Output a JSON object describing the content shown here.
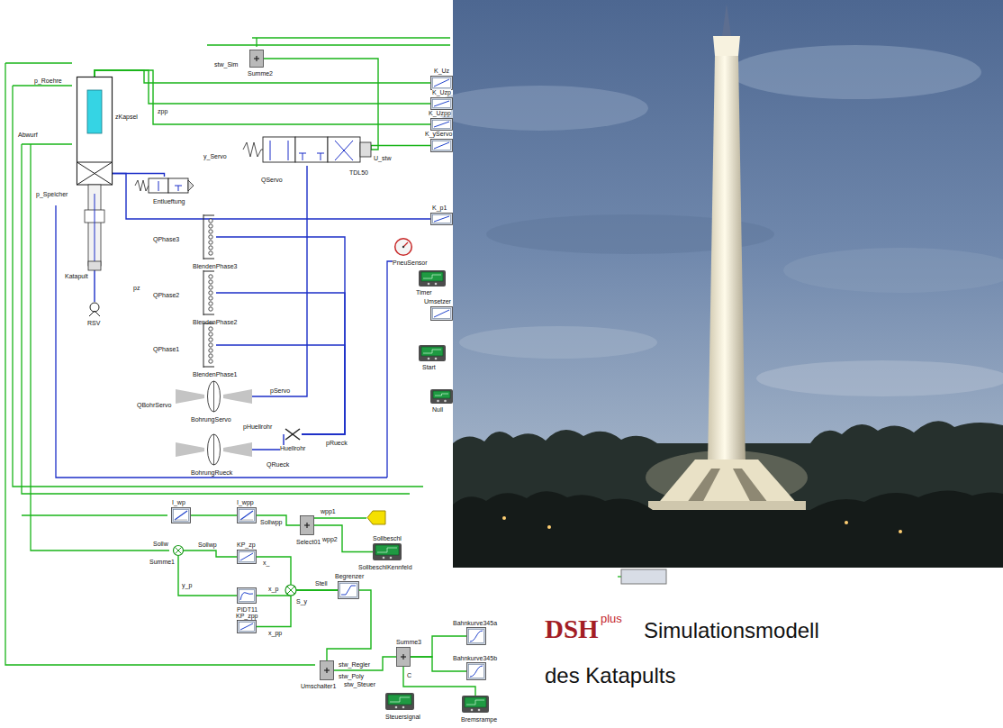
{
  "diagram": {
    "caption": "Simulationsmodell des Katapults",
    "nodes": [
      {
        "text": [
          "Katapult"
        ]
      },
      {
        "text": [
          "Summe2"
        ]
      },
      {
        "text": [
          "K_Uz"
        ]
      },
      {
        "text": [
          "K_Uzp"
        ]
      },
      {
        "text": [
          "K_Uzpp"
        ]
      },
      {
        "text": [
          "K_yServo"
        ]
      },
      {
        "text": [
          "TDL50"
        ]
      },
      {
        "text": [
          "Entlueftung"
        ]
      },
      {
        "text": [
          "K_p1"
        ]
      },
      {
        "text": [
          "BlendenPhase3"
        ]
      },
      {
        "text": [
          "BlendenPhase2"
        ]
      },
      {
        "text": [
          "BlendenPhase1"
        ]
      },
      {
        "text": [
          "BohrungServo"
        ]
      },
      {
        "text": [
          "Huellrohr"
        ]
      },
      {
        "text": [
          "BohrungRueck"
        ]
      },
      {
        "text": [
          "RSV"
        ]
      },
      {
        "text": [
          "PneuSensor"
        ]
      },
      {
        "text": [
          "Timer"
        ]
      },
      {
        "text": [
          "Umsetzer"
        ]
      },
      {
        "text": [
          "Start"
        ]
      },
      {
        "text": [
          "Null"
        ]
      },
      {
        "text": [
          "I_wp"
        ]
      },
      {
        "text": [
          "I_wpp"
        ]
      },
      {
        "text": [
          "Select01"
        ]
      },
      {
        "text": [
          "Sollbeschl",
          "SollbeschlKennfeld"
        ]
      },
      {
        "text": [
          "Summe1"
        ]
      },
      {
        "text": [
          "KP_zp"
        ]
      },
      {
        "text": [
          "PIDT11"
        ]
      },
      {
        "text": [
          "KP_zpp"
        ]
      },
      {
        "text": [
          "Begrenzer"
        ]
      },
      {
        "text": [
          "Umschalter1"
        ]
      },
      {
        "text": [
          "Summe3"
        ]
      },
      {
        "text": [
          "Steuersignal"
        ]
      },
      {
        "text": [
          "Bahnkurve345a"
        ]
      },
      {
        "text": [
          "Bahnkurve345b"
        ]
      },
      {
        "text": [
          "Bremsrampe"
        ]
      }
    ],
    "edges": [
      {
        "from": 21,
        "to": 22,
        "arrow": "none"
      },
      {
        "from": 22,
        "to": 23,
        "arrow": "none"
      },
      {
        "from": 24,
        "to": 23,
        "arrow": "none"
      },
      {
        "from": 25,
        "to": 26,
        "arrow": "none"
      },
      {
        "from": 25,
        "to": 27,
        "arrow": "none"
      },
      {
        "from": 26,
        "to": 29,
        "arrow": "none"
      },
      {
        "from": 27,
        "to": 29,
        "arrow": "none"
      },
      {
        "from": 28,
        "to": 29,
        "arrow": "none"
      },
      {
        "from": 29,
        "to": 30,
        "arrow": "none"
      },
      {
        "from": 31,
        "to": 30,
        "arrow": "none"
      },
      {
        "from": 33,
        "to": 31,
        "arrow": "none"
      },
      {
        "from": 34,
        "to": 31,
        "arrow": "none"
      },
      {
        "from": 35,
        "to": 31,
        "arrow": "none"
      },
      {
        "from": 1,
        "to": 6,
        "arrow": "none"
      },
      {
        "from": 6,
        "to": 5,
        "arrow": "none"
      },
      {
        "from": 0,
        "to": 8,
        "arrow": "none"
      },
      {
        "from": 0,
        "to": 15,
        "arrow": "none"
      },
      {
        "from": 7,
        "to": 0,
        "arrow": "none"
      },
      {
        "from": 9,
        "to": 13,
        "arrow": "none"
      },
      {
        "from": 10,
        "to": 13,
        "arrow": "none"
      },
      {
        "from": 11,
        "to": 13,
        "arrow": "none"
      },
      {
        "from": 13,
        "to": 14,
        "arrow": "none"
      },
      {
        "from": 12,
        "to": 6,
        "arrow": "none"
      },
      {
        "from": 0,
        "to": 2,
        "arrow": "none"
      },
      {
        "from": 0,
        "to": 3,
        "arrow": "none"
      },
      {
        "from": 0,
        "to": 4,
        "arrow": "none"
      }
    ],
    "labels": [
      "stw_Sim",
      "p_Roehre",
      "zpp",
      "zKapsel",
      "Abwurf",
      "p_Speicher",
      "y_Servo",
      "U_stw",
      "QServo",
      "QPhase3",
      "QPhase2",
      "QPhase1",
      "QBohrServo",
      "pServo",
      "pHuellrohr",
      "pRueck",
      "QRueck",
      "pz",
      "Sollw",
      "Sollwp",
      "Sollwpp",
      "wpp1",
      "wpp2",
      "x_",
      "y_p",
      "x_p",
      "S_y",
      "Stell",
      "x_pp",
      "stw_Regler",
      "stw_Poly",
      "stw_Steuer",
      "C",
      "DSH",
      "plus"
    ]
  }
}
